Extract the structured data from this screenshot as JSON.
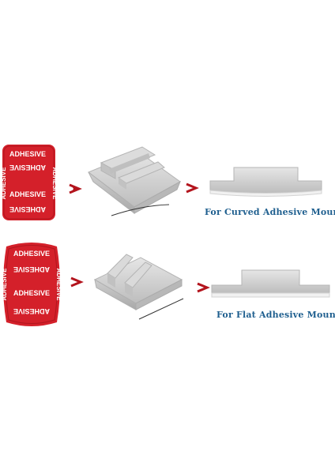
{
  "adhesive_label": "ADHESIVE",
  "captions": {
    "curved": "For Curved Adhesive Mounts",
    "flat": "For Flat Adhesive Mounts"
  },
  "colors": {
    "adhesive_red": "#d4202a",
    "arrow_red": "#b3141d",
    "caption_blue": "#1f5f8f",
    "mount_gray": "#c9c9c9"
  }
}
